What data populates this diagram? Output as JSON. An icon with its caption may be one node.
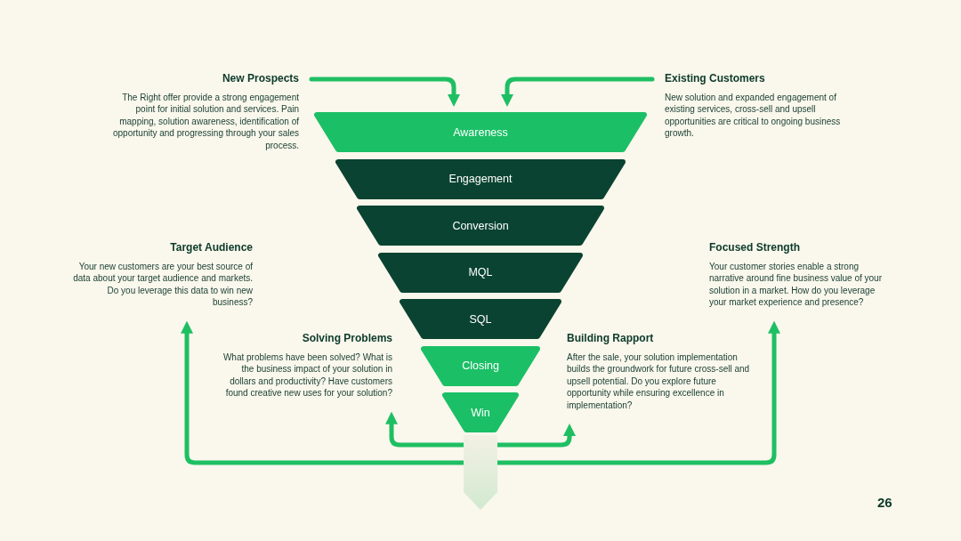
{
  "diagram": {
    "nodes": [
      {
        "text": [
          "New Prospects",
          "The Right offer provide a strong engagement point for initial solution and services. Pain mapping, solution awareness, identification of opportunity and progressing through your sales process."
        ]
      },
      {
        "text": [
          "Awareness"
        ]
      },
      {
        "text": [
          "Existing Customers",
          "New solution and expanded engagement of existing services, cross-sell and upsell opportunities are critical to ongoing business growth."
        ]
      },
      {
        "text": [
          "Engagement"
        ]
      },
      {
        "text": [
          "Conversion"
        ]
      },
      {
        "text": [
          "Target Audience",
          "Your new customers are your best source of data about your target audience and markets. Do you leverage this data to win new business?"
        ]
      },
      {
        "text": [
          "MQL"
        ]
      },
      {
        "text": [
          "Focused Strength",
          "Your customer stories enable a strong narrative around fine business value of your solution in a market. How do you leverage your market experience and presence?"
        ]
      },
      {
        "text": [
          "SQL"
        ]
      },
      {
        "text": [
          "Solving Problems",
          "What problems have been solved? What is the business impact of your solution in dollars and productivity? Have customers found creative new uses for your solution?"
        ]
      },
      {
        "text": [
          "Closing"
        ]
      },
      {
        "text": [
          "Building Rapport",
          "After the sale, your solution implementation builds the groundwork for future cross-sell and upsell potential. Do you explore future opportunity while ensuring excellence in implementation?"
        ]
      },
      {
        "text": [
          "Win"
        ]
      },
      {
        "text": [],
        "shape": "arrow"
      }
    ],
    "edges": [
      {
        "from": 0,
        "to": 1,
        "arrow": "to"
      },
      {
        "from": 2,
        "to": 1,
        "arrow": "to"
      },
      {
        "from": 13,
        "to": 9,
        "arrow": "to"
      },
      {
        "from": 13,
        "to": 11,
        "arrow": "to"
      },
      {
        "from": 13,
        "to": 5,
        "arrow": "to"
      },
      {
        "from": 13,
        "to": 7,
        "arrow": "to"
      }
    ],
    "labels": [
      "26"
    ]
  }
}
